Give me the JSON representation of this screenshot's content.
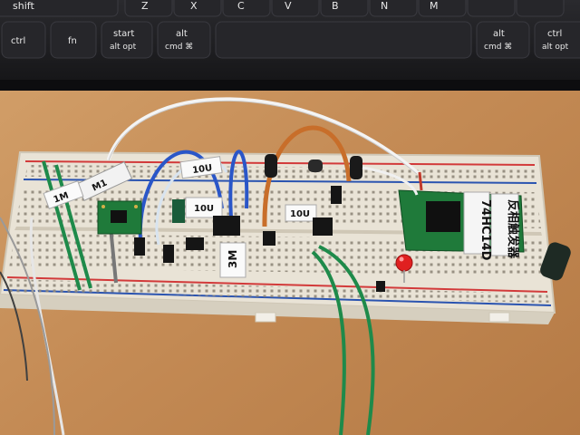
{
  "keyboard": {
    "keys": [
      {
        "id": "shift",
        "label": "shift"
      },
      {
        "id": "z",
        "label": "Z"
      },
      {
        "id": "x",
        "label": "X"
      },
      {
        "id": "c",
        "label": "C"
      },
      {
        "id": "v",
        "label": "V"
      },
      {
        "id": "b",
        "label": "B"
      },
      {
        "id": "n",
        "label": "N"
      },
      {
        "id": "m",
        "label": "M"
      },
      {
        "id": "ctrl-left",
        "label": "ctrl"
      },
      {
        "id": "fn",
        "label": "fn"
      },
      {
        "id": "start",
        "label": "start",
        "sub": "alt opt"
      },
      {
        "id": "alt-left",
        "label": "alt",
        "sub": "cmd ⌘"
      },
      {
        "id": "alt-right",
        "label": "alt",
        "sub": "cmd ⌘"
      },
      {
        "id": "ctrl-right",
        "label": "ctrl",
        "sub": "alt opt"
      }
    ]
  },
  "tags": {
    "resistor_left": "1M",
    "resistor_top": "10U",
    "cap_middle": "10U",
    "cap_right": "10U",
    "big_label": "3M",
    "gray_label": "M1"
  },
  "module": {
    "line1": "74HC14D",
    "line2": "反相触发器"
  },
  "colors": {
    "desk": "#c8935c",
    "breadboard": "#ece6da",
    "keyboard": "#1f1f22",
    "pcb_green": "#1f7a3a",
    "wire_blue": "#2a56c8",
    "wire_orange": "#c86e2a",
    "wire_green": "#1e8a4a",
    "led_red": "#e02020"
  }
}
